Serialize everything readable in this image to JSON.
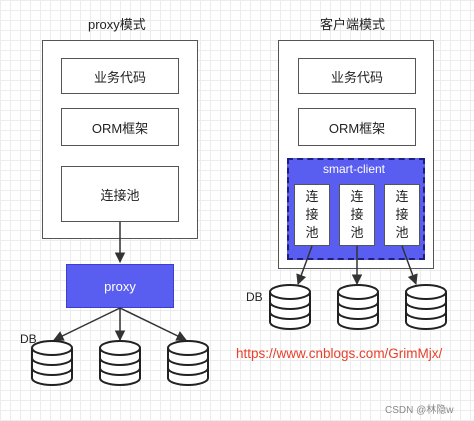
{
  "left": {
    "title": "proxy模式",
    "business_code": "业务代码",
    "orm": "ORM框架",
    "pool": "连接池",
    "proxy": "proxy",
    "db_label": "DB"
  },
  "right": {
    "title": "客户端模式",
    "business_code": "业务代码",
    "orm": "ORM框架",
    "smart_client": "smart-client",
    "pools": [
      [
        "连",
        "接",
        "池"
      ],
      [
        "连",
        "接",
        "池"
      ],
      [
        "连",
        "接",
        "池"
      ]
    ],
    "db_label": "DB"
  },
  "url": "https://www.cnblogs.com/GrimMjx/",
  "watermark": "CSDN @林隐w",
  "colors": {
    "proxy_fill": "#5a5ef0",
    "smart_fill": "#5a5ef0",
    "url_color": "#e8402a"
  }
}
